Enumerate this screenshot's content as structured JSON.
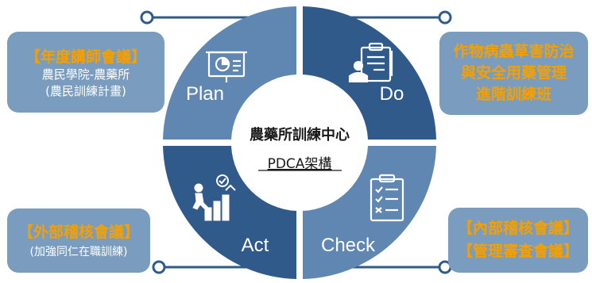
{
  "quadrants": {
    "plan": {
      "label": "Plan",
      "icon": "presentation-chart-icon",
      "color": "#5f87b2"
    },
    "do": {
      "label": "Do",
      "icon": "clipboard-person-icon",
      "color": "#2f5a8a"
    },
    "act": {
      "label": "Act",
      "icon": "growth-steps-icon",
      "color": "#2f5a8a"
    },
    "check": {
      "label": "Check",
      "icon": "checklist-icon",
      "color": "#5f87b2"
    }
  },
  "center": {
    "title": "農藥所訓練中心",
    "subtitle": "PDCA架構"
  },
  "boxes": {
    "plan": {
      "title": "【年度講師會議】",
      "line1": "農民學院-農藥所",
      "line2": "(農民訓練計畫)"
    },
    "do": {
      "line1": "作物病蟲草害防治",
      "line2": "與安全用藥管理",
      "line3": "進階訓練班"
    },
    "act": {
      "title": "【外部稽核會議】",
      "line1": "(加強同仁在職訓練)"
    },
    "check": {
      "line1": "【內部稽核會議】",
      "line2": "【管理審查會議】"
    }
  },
  "colors": {
    "box_bg": "#7a9cbf",
    "highlight": "#f5a000",
    "connector": "#2f5a8a",
    "center_bg": "#ffffff"
  }
}
